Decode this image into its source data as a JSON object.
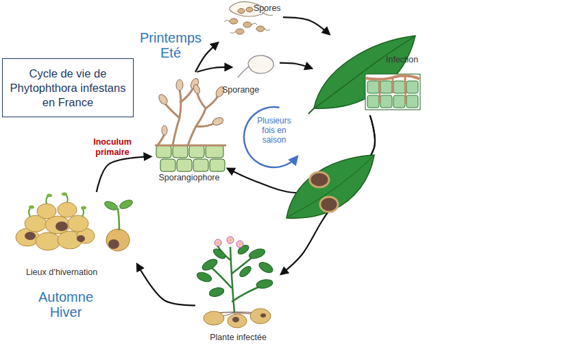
{
  "diagram": {
    "title": "Cycle de vie de Phytophthora infestans en France",
    "nodes": [
      {
        "text": [
          "Spores"
        ]
      },
      {
        "text": [
          "Sporange"
        ]
      },
      {
        "text": [
          "Infection"
        ]
      },
      {
        "text": [
          "Sporangiophore"
        ]
      },
      {
        "text": [
          "Plante infectée"
        ]
      },
      {
        "text": [
          "Lieux d’hivernation"
        ]
      }
    ],
    "edges": [
      {
        "from": 3,
        "to": 0,
        "arrow": "to"
      },
      {
        "from": 3,
        "to": 1,
        "arrow": "to"
      },
      {
        "from": 0,
        "to": 2,
        "arrow": "to"
      },
      {
        "from": 1,
        "to": 2,
        "arrow": "to"
      },
      {
        "from": 2,
        "to": 3,
        "arrow": "to"
      },
      {
        "from": 2,
        "to": 4,
        "arrow": "to"
      },
      {
        "from": 4,
        "to": 5,
        "arrow": "to"
      },
      {
        "from": 5,
        "to": 3,
        "label": "Inoculum primaire",
        "arrow": "to"
      }
    ],
    "labels": [
      "Printemps Eté",
      "Plusieurs fois en saison",
      "Automne Hiver"
    ]
  }
}
